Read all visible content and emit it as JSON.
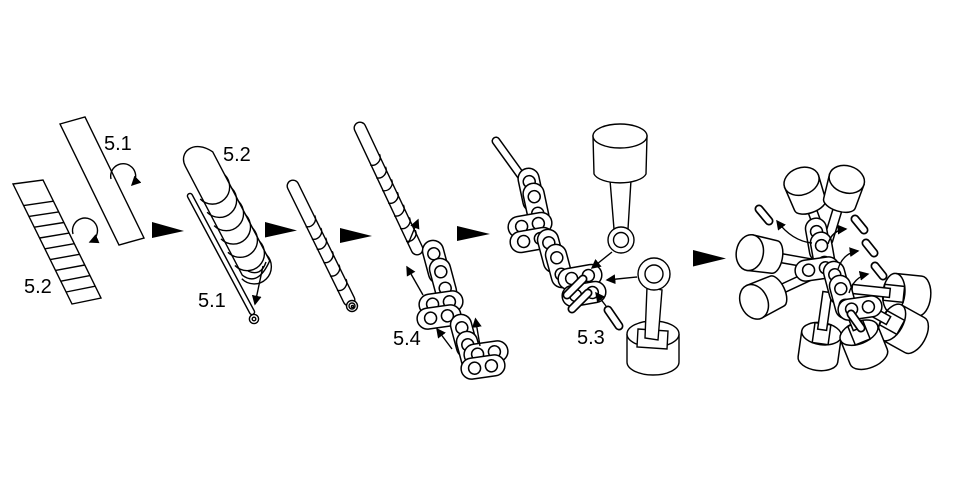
{
  "diagram": {
    "background_color": "#ffffff",
    "line_color": "#000000",
    "labels": {
      "stage1_plain_strip": "5.1",
      "stage1_lined_strip": "5.2",
      "stage2_sheet": "5.2",
      "stage2_rod": "5.1",
      "stage4_links": "5.4",
      "stage5_piston": "5.3"
    },
    "icons": {
      "step_arrow": "filled-right-triangle",
      "rotate_arrow": "curved-roll-arrow",
      "insert_arrow": "straight-assembly-arrow"
    }
  }
}
